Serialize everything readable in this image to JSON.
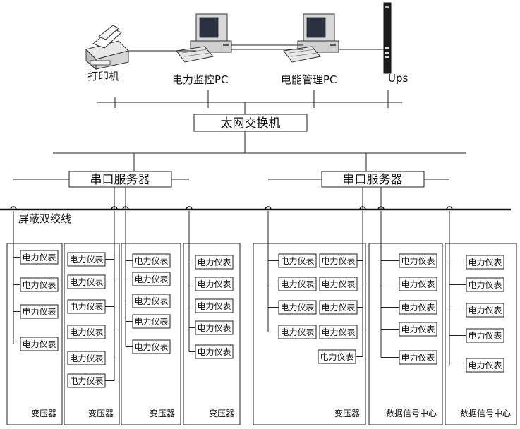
{
  "devices": {
    "printer": "打印机",
    "monitor_pc": "电力监控PC",
    "energy_pc": "电能管理PC",
    "ups": "Ups"
  },
  "switch_label": "太网交换机",
  "serial_server_left": "串口服务器",
  "serial_server_right": "串口服务器",
  "cable_label": "屏蔽双绞线",
  "meter_label": "电力仪表",
  "cabinets": [
    {
      "label": "变压器",
      "meters": 4
    },
    {
      "label": "变压器",
      "meters": 6
    },
    {
      "label": "变压器",
      "meters": 5
    },
    {
      "label": "变压器",
      "meters": 5
    },
    {
      "label": "变压器",
      "meters": 9
    },
    {
      "label": "数据信号中心",
      "meters": 5
    },
    {
      "label": "数据信号中心",
      "meters": 5
    }
  ]
}
